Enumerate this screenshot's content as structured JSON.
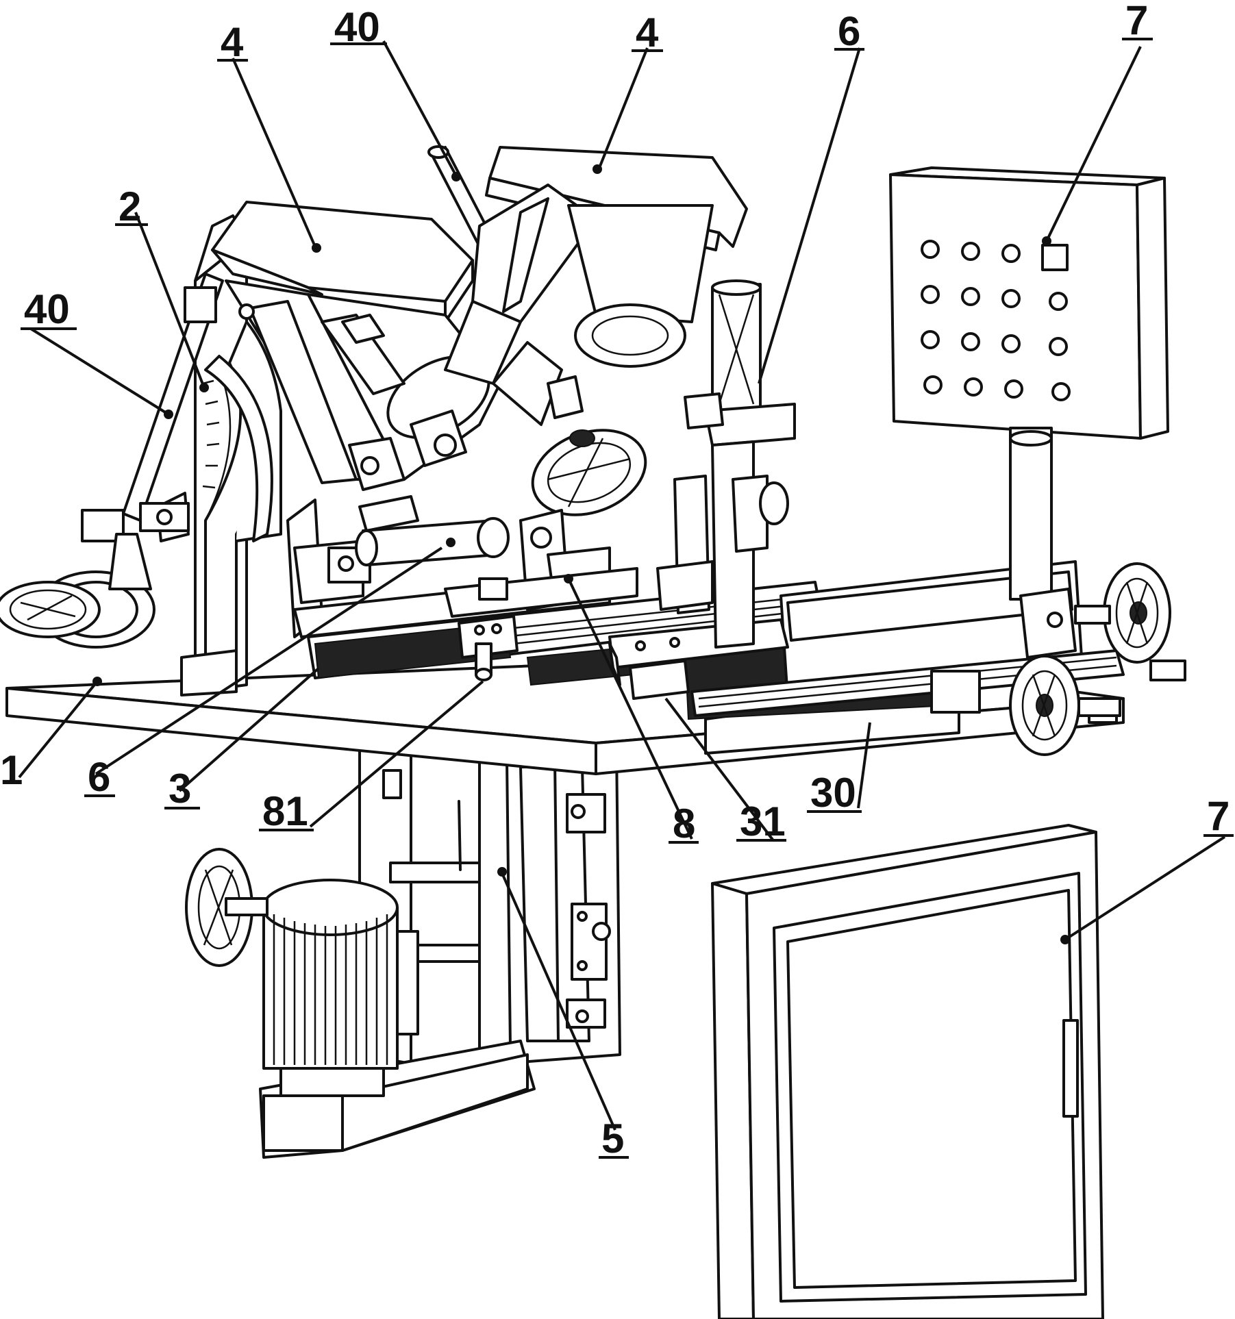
{
  "figure": {
    "labels": [
      {
        "id": "label-1",
        "text": "1",
        "part": "base-table"
      },
      {
        "id": "label-2",
        "text": "2",
        "part": "arc-scale-frame"
      },
      {
        "id": "label-3",
        "text": "3",
        "part": "sliding-carriage"
      },
      {
        "id": "label-4-left",
        "text": "4",
        "part": "left-grinding-motor"
      },
      {
        "id": "label-4-right",
        "text": "4",
        "part": "right-grinding-motor"
      },
      {
        "id": "label-40-left",
        "text": "40",
        "part": "left-adjusting-arm"
      },
      {
        "id": "label-40-top",
        "text": "40",
        "part": "top-adjusting-rod"
      },
      {
        "id": "label-5",
        "text": "5",
        "part": "lift-column"
      },
      {
        "id": "label-6-right",
        "text": "6",
        "part": "clamp-cylinder"
      },
      {
        "id": "label-6-left",
        "text": "6",
        "part": "clamp-cylinder"
      },
      {
        "id": "label-7-panel",
        "text": "7",
        "part": "control-panel"
      },
      {
        "id": "label-7-cabinet",
        "text": "7",
        "part": "electric-cabinet"
      },
      {
        "id": "label-8",
        "text": "8",
        "part": "workpiece-holder"
      },
      {
        "id": "label-81",
        "text": "81",
        "part": "positioning-pin"
      },
      {
        "id": "label-31",
        "text": "31",
        "part": "guide-rail"
      },
      {
        "id": "label-30",
        "text": "30",
        "part": "lead-screw"
      }
    ]
  }
}
